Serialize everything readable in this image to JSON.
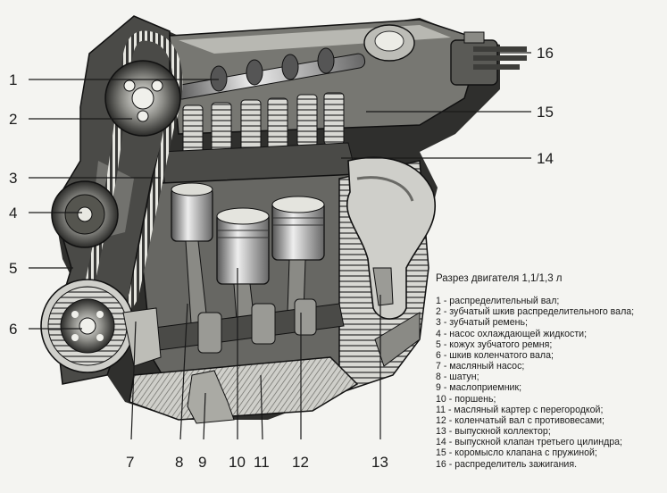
{
  "legend": {
    "title": "Разрез двигателя 1,1/1,3 л",
    "items": [
      "1 - распределительный вал;",
      "2 - зубчатый шкив распределительного вала;",
      "3 - зубчатый ремень;",
      "4 - насос охлаждающей жидкости;",
      "5 - кожух зубчатого ремня;",
      "6 - шкив коленчатого вала;",
      "7 - масляный насос;",
      "8 - шатун;",
      "9 - маслоприемник;",
      "10 - поршень;",
      "11 - масляный картер с перегородкой;",
      "12 - коленчатый вал с противовесами;",
      "13 - выпускной коллектор;",
      "14 - выпускной клапан третьего цилиндра;",
      "15 - коромысло клапана с пружиной;",
      "16 - распределитель зажигания."
    ]
  },
  "callouts": [
    "1",
    "2",
    "3",
    "4",
    "5",
    "6",
    "7",
    "8",
    "9",
    "10",
    "11",
    "12",
    "13",
    "14",
    "15",
    "16"
  ]
}
